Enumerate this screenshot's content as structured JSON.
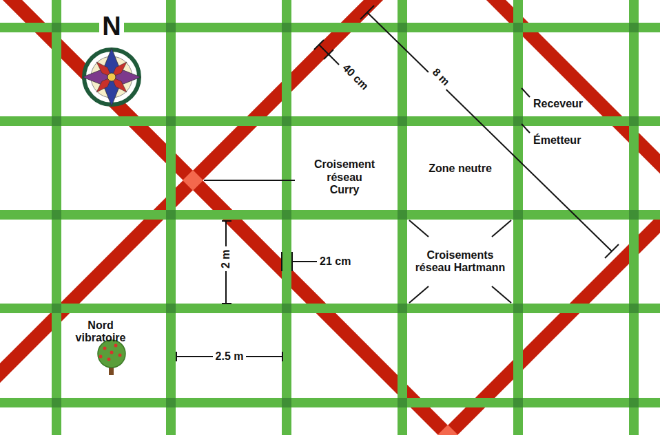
{
  "diagram": {
    "labels": [
      "N",
      "40 cm",
      "8 m",
      "Receveur",
      "Émetteur",
      "Croisement réseau Curry",
      "Zone neutre",
      "Croisements réseau Hartmann",
      "2 m",
      "21 cm",
      "Nord vibratoire",
      "2.5 m"
    ]
  }
}
